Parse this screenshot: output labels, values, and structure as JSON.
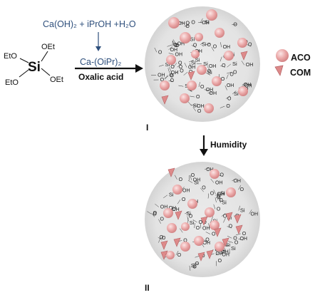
{
  "precursor": {
    "center": "Si",
    "groups": [
      "OEt",
      "OEt",
      "EtO",
      "EtO"
    ]
  },
  "reagents": {
    "top": "Ca(OH)₂ + iPrOH +H₂O",
    "product": "Ca-(OiPr)₂",
    "bottom": "Oxalic acid"
  },
  "step": {
    "label": "Humidity"
  },
  "stages": [
    "I",
    "II"
  ],
  "legend": [
    {
      "label": "ACO",
      "shape": "sphere",
      "color": "#e7a2a2"
    },
    {
      "label": "COM",
      "shape": "triangle",
      "color": "#d98585"
    }
  ],
  "network_labels": {
    "si": "Si",
    "o": "O",
    "oh": "OH"
  },
  "colors": {
    "disc": "#e3e3e3",
    "reagent_text": "#2e4f7c",
    "particle": "#e7a2a2"
  }
}
